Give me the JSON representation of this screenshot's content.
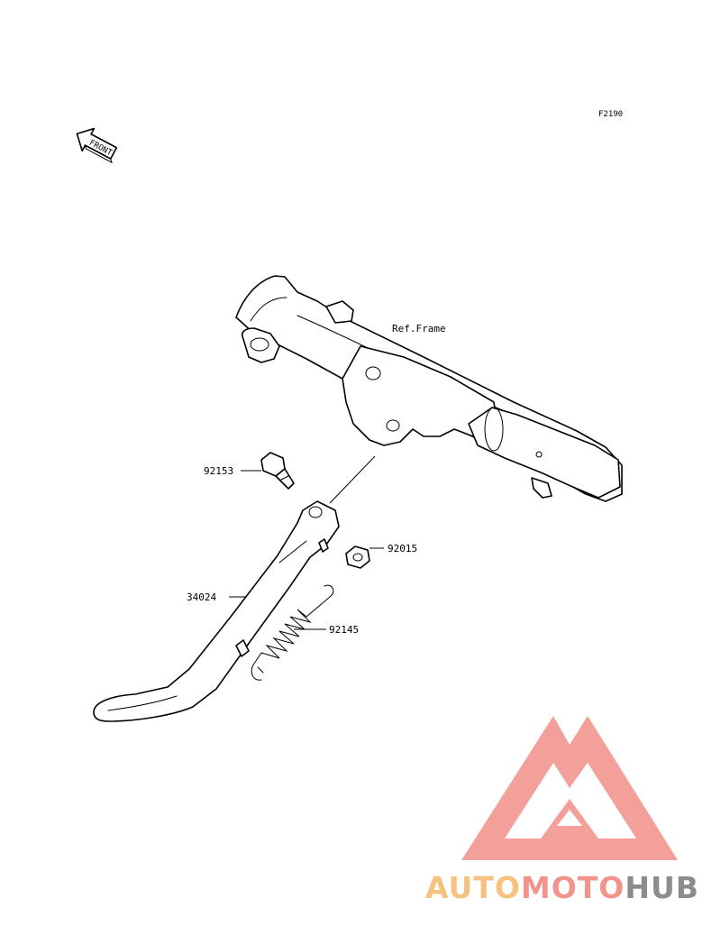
{
  "figure": {
    "code": "F2190"
  },
  "front_arrow": {
    "label": "FRONT"
  },
  "reference": {
    "label": "Ref.Frame"
  },
  "parts": [
    {
      "number": "92153"
    },
    {
      "number": "92015"
    },
    {
      "number": "34024"
    },
    {
      "number": "92145"
    }
  ],
  "watermark": {
    "words": [
      "AUTO",
      "MOTO",
      "HUB"
    ],
    "colors": {
      "auto": "#f6c27e",
      "moto": "#f2938c",
      "hub": "#8c8c8c",
      "logo": "#f4a09a"
    }
  }
}
